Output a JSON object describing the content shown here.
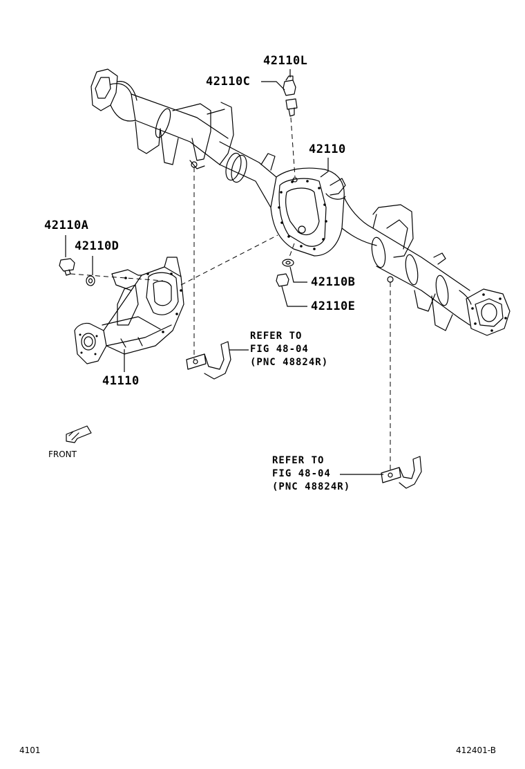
{
  "parts": {
    "p42110L": "42110L",
    "p42110C": "42110C",
    "p42110": "42110",
    "p42110A": "42110A",
    "p42110D": "42110D",
    "p42110B": "42110B",
    "p42110E": "42110E",
    "p41110": "41110"
  },
  "refer1": {
    "line1": "REFER TO",
    "line2": "FIG 48-04",
    "line3": "(PNC 48824R)"
  },
  "refer2": {
    "line1": "REFER TO",
    "line2": "FIG 48-04",
    "line3": "(PNC 48824R)"
  },
  "front_label": "FRONT",
  "footer": {
    "left": "4101",
    "right": "412401-B"
  }
}
